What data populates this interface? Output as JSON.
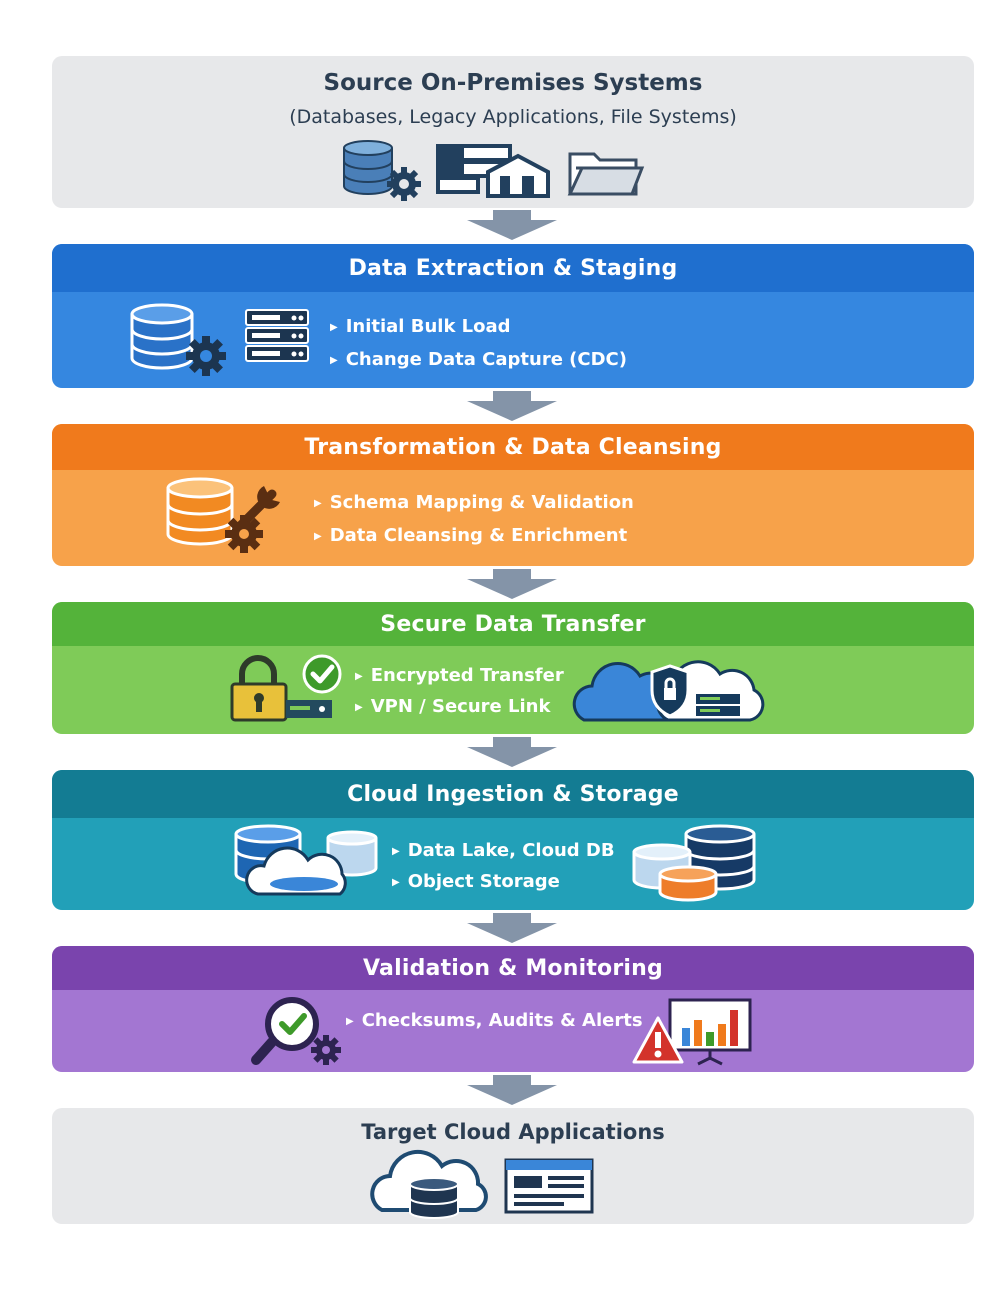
{
  "source": {
    "title": "Source On-Premises Systems",
    "subtitle": "(Databases, Legacy Applications, File Systems)"
  },
  "stages": [
    {
      "title": "Data Extraction & Staging",
      "bullets": [
        "Initial Bulk Load",
        "Change Data Capture (CDC)"
      ],
      "header_color": "#1f6fcf",
      "body_color": "#3587e0"
    },
    {
      "title": "Transformation & Data Cleansing",
      "bullets": [
        "Schema Mapping & Validation",
        "Data Cleansing & Enrichment"
      ],
      "header_color": "#f07a1c",
      "body_color": "#f7a24a"
    },
    {
      "title": "Secure Data Transfer",
      "bullets": [
        "Encrypted Transfer",
        "VPN / Secure Link"
      ],
      "header_color": "#54b33a",
      "body_color": "#7fcb58"
    },
    {
      "title": "Cloud Ingestion & Storage",
      "bullets": [
        "Data Lake, Cloud DB",
        "Object Storage"
      ],
      "header_color": "#137c93",
      "body_color": "#22a0b8"
    },
    {
      "title": "Validation & Monitoring",
      "bullets": [
        "Checksums, Audits & Alerts"
      ],
      "header_color": "#7a44ad",
      "body_color": "#a376d2"
    }
  ],
  "target": {
    "title": "Target Cloud Applications"
  },
  "icons": {
    "source": [
      "database-gear-icon",
      "legacy-server-building-icon",
      "folder-icon"
    ],
    "extraction": [
      "database-gear-icon",
      "server-rack-icon"
    ],
    "transformation": [
      "database-wrench-gear-icon"
    ],
    "transfer": [
      "padlock-check-icon",
      "cloud-shield-server-icon"
    ],
    "ingestion": [
      "cloud-database-icon",
      "database-stack-icon"
    ],
    "monitoring": [
      "magnifier-check-gear-icon",
      "warning-chart-icon"
    ],
    "target": [
      "cloud-database-icon",
      "browser-app-icon"
    ]
  },
  "colors": {
    "arrow": "#8494a8",
    "panel_gray": "#e7e8ea",
    "text_dark": "#2c3e52"
  }
}
